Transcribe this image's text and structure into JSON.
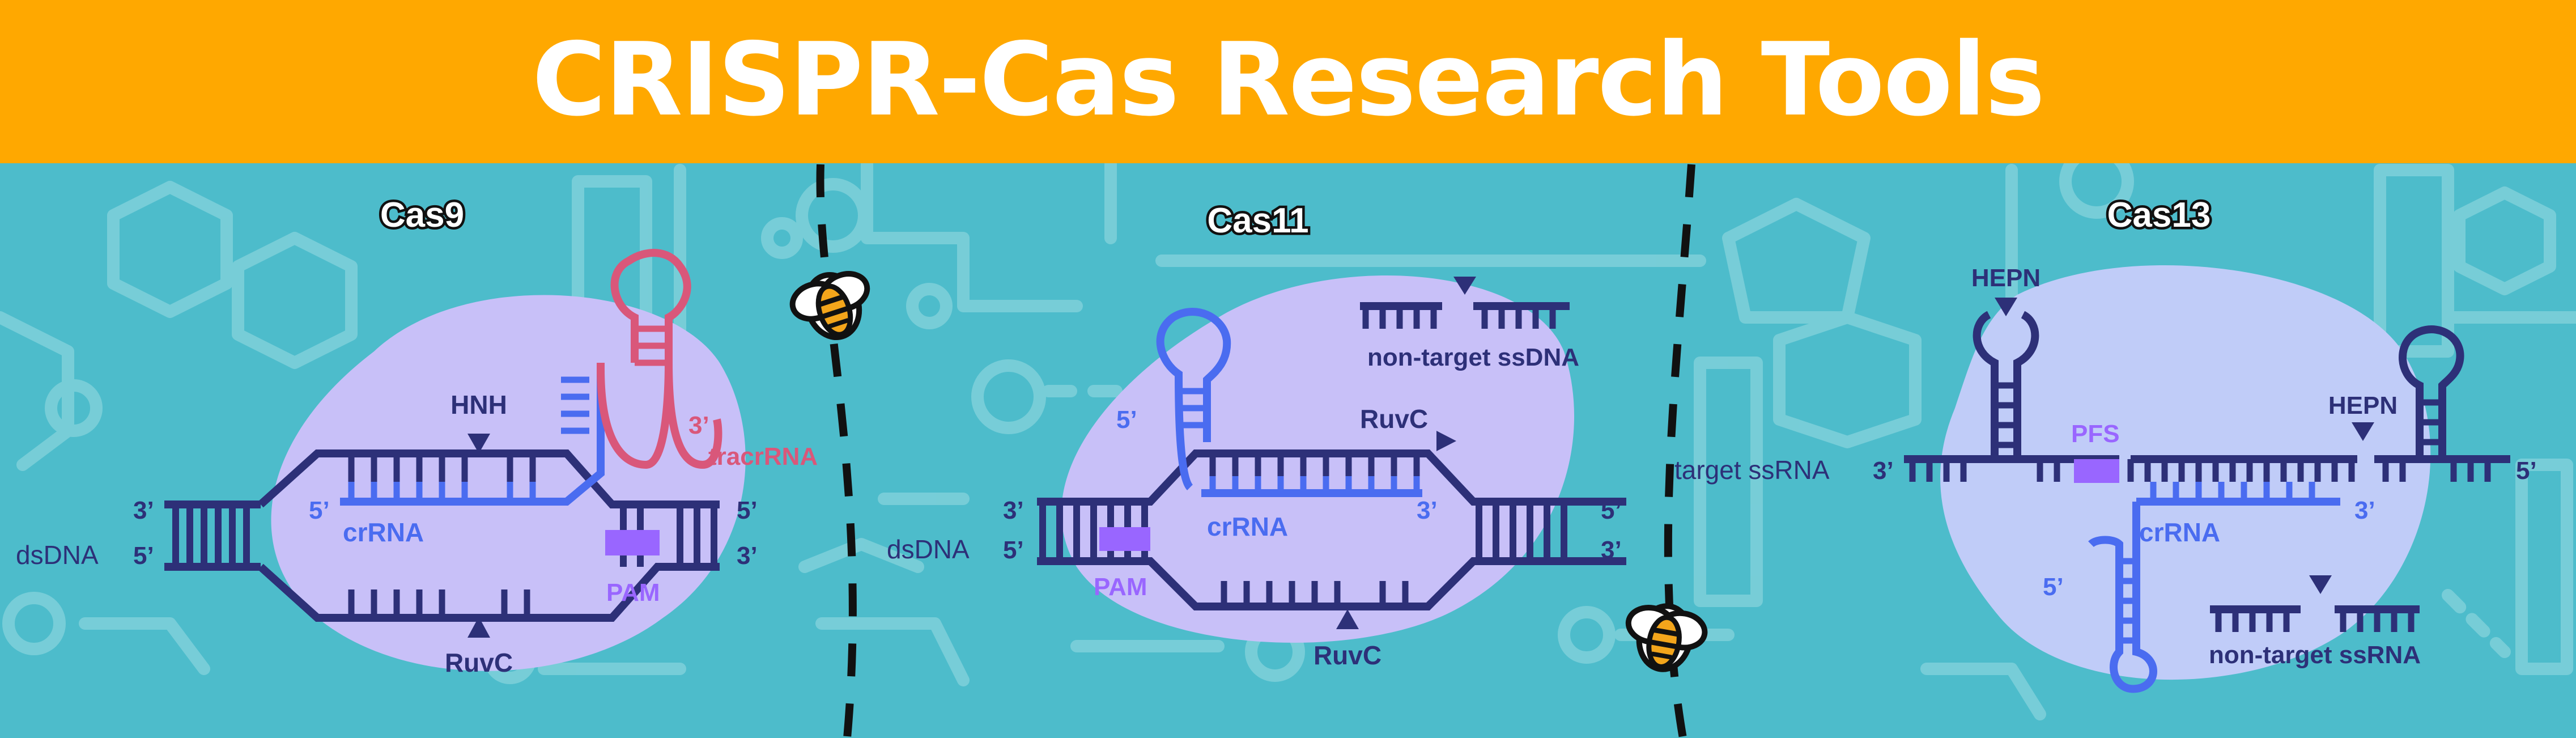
{
  "page": {
    "title": "CRISPR-Cas Research Tools"
  },
  "colors": {
    "header": "#ffa800",
    "background": "#4dbccb",
    "pattern": "#7fd0da",
    "blob": "#c8c0f8",
    "dark_strand": "#2d3078",
    "crrna": "#4a6cf0",
    "tracrrna": "#d9577a",
    "pam_pfs": "#9966ff"
  },
  "icons": [
    "bee-icon"
  ],
  "panels": {
    "cas9": {
      "name": "Cas9",
      "hnh": "HNH",
      "ruvc": "RuvC",
      "crrna": "crRNA",
      "tracrrna": "tracrRNA",
      "pam": "PAM",
      "dsdna": "dsDNA",
      "end3_top": "3’",
      "end5_bot": "5’",
      "end5_right_top": "5’",
      "end3_right_bot": "3’",
      "crrna_5": "5’",
      "tracr_3": "3’"
    },
    "cas11": {
      "name": "Cas11",
      "nontarget": "non-target ssDNA",
      "ruvc_top": "RuvC",
      "ruvc_bottom": "RuvC",
      "crrna": "crRNA",
      "pam": "PAM",
      "dsdna": "dsDNA",
      "end3_left": "3’",
      "end5_left": "5’",
      "end5_right": "5’",
      "end3_right": "3’",
      "crrna_5": "5’",
      "crrna_3": "3’"
    },
    "cas13": {
      "name": "Cas13",
      "hepn_top": "HEPN",
      "hepn_right": "HEPN",
      "pfs": "PFS",
      "target": "target ssRNA",
      "crrna": "crRNA",
      "nontarget": "non-target ssRNA",
      "end3_left": "3’",
      "end5_right": "5’",
      "crrna_3": "3’",
      "crrna_5": "5’"
    }
  }
}
